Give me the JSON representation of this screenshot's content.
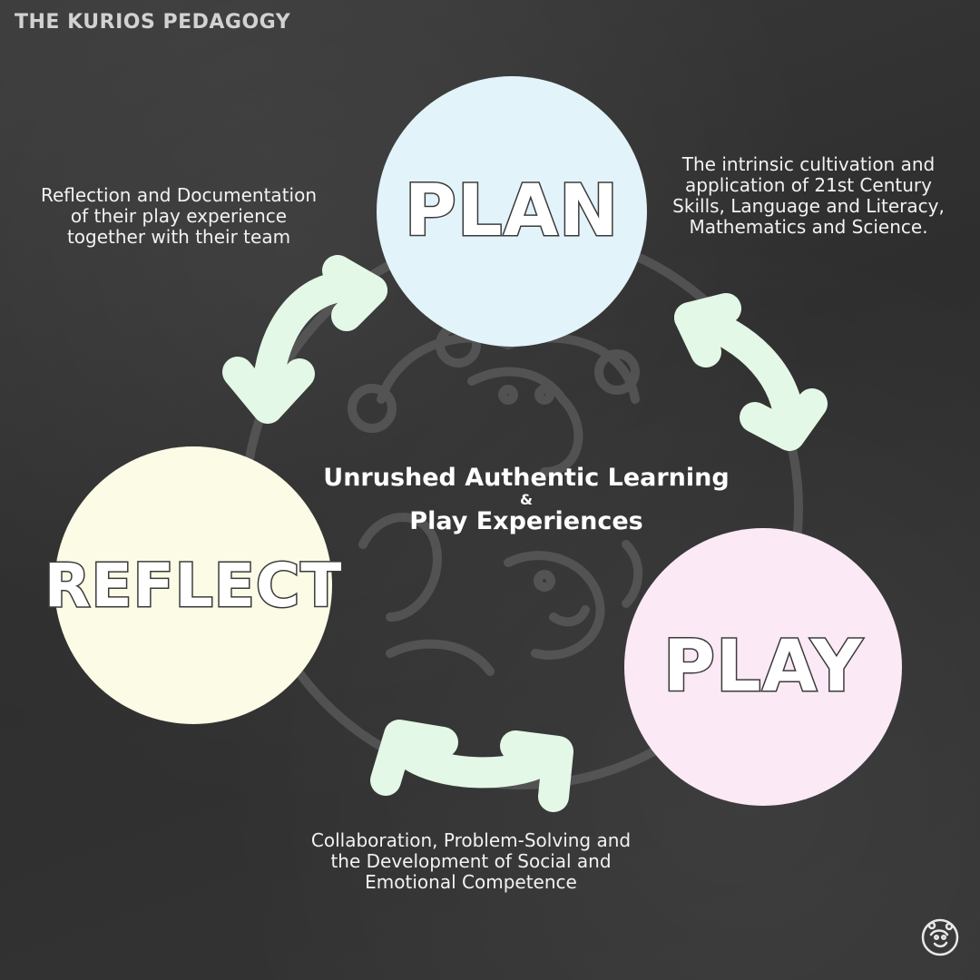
{
  "brand": "THE KURIOS PEDAGOGY",
  "center": {
    "line1": "Unrushed Authentic Learning",
    "amp": "&",
    "line2": "Play Experiences"
  },
  "stages": {
    "plan": "PLAN",
    "play": "PLAY",
    "reflect": "REFLECT"
  },
  "descriptions": {
    "reflection": "Reflection and Documentation of their play experience together with their team",
    "skills": "The intrinsic cultivation and application of 21st Century Skills, Language and Literacy, Mathematics and Science.",
    "collaboration": "Collaboration, Problem-Solving and the Development of Social and Emotional Competence"
  },
  "colors": {
    "background": "#333333",
    "plan": "#e2f3f9",
    "reflect": "#fbfbe6",
    "play": "#fbe9f6",
    "arrow": "#e3f8e6"
  },
  "icons": [
    "arrow-plan-reflect-icon",
    "arrow-plan-play-icon",
    "arrow-play-reflect-icon",
    "kurios-logo-icon"
  ]
}
